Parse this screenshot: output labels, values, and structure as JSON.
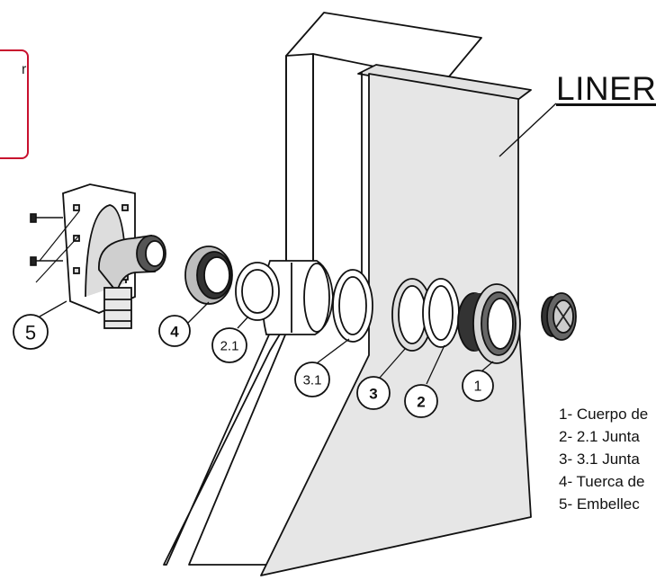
{
  "callout": {
    "text": "r"
  },
  "liner_label": "LINER",
  "callouts": {
    "c5": "5",
    "c4": "4",
    "c21": "2.1",
    "c31": "3.1",
    "c3": "3",
    "c2": "2",
    "c1": "1"
  },
  "legend": [
    "1- Cuerpo de",
    "2- 2.1 Junta",
    "3- 3.1 Junta",
    "4- Tuerca de",
    "5- Embellec"
  ],
  "colors": {
    "callout_border": "#c8102e",
    "liner_fill": "#e6e6e6",
    "line": "#111111"
  }
}
